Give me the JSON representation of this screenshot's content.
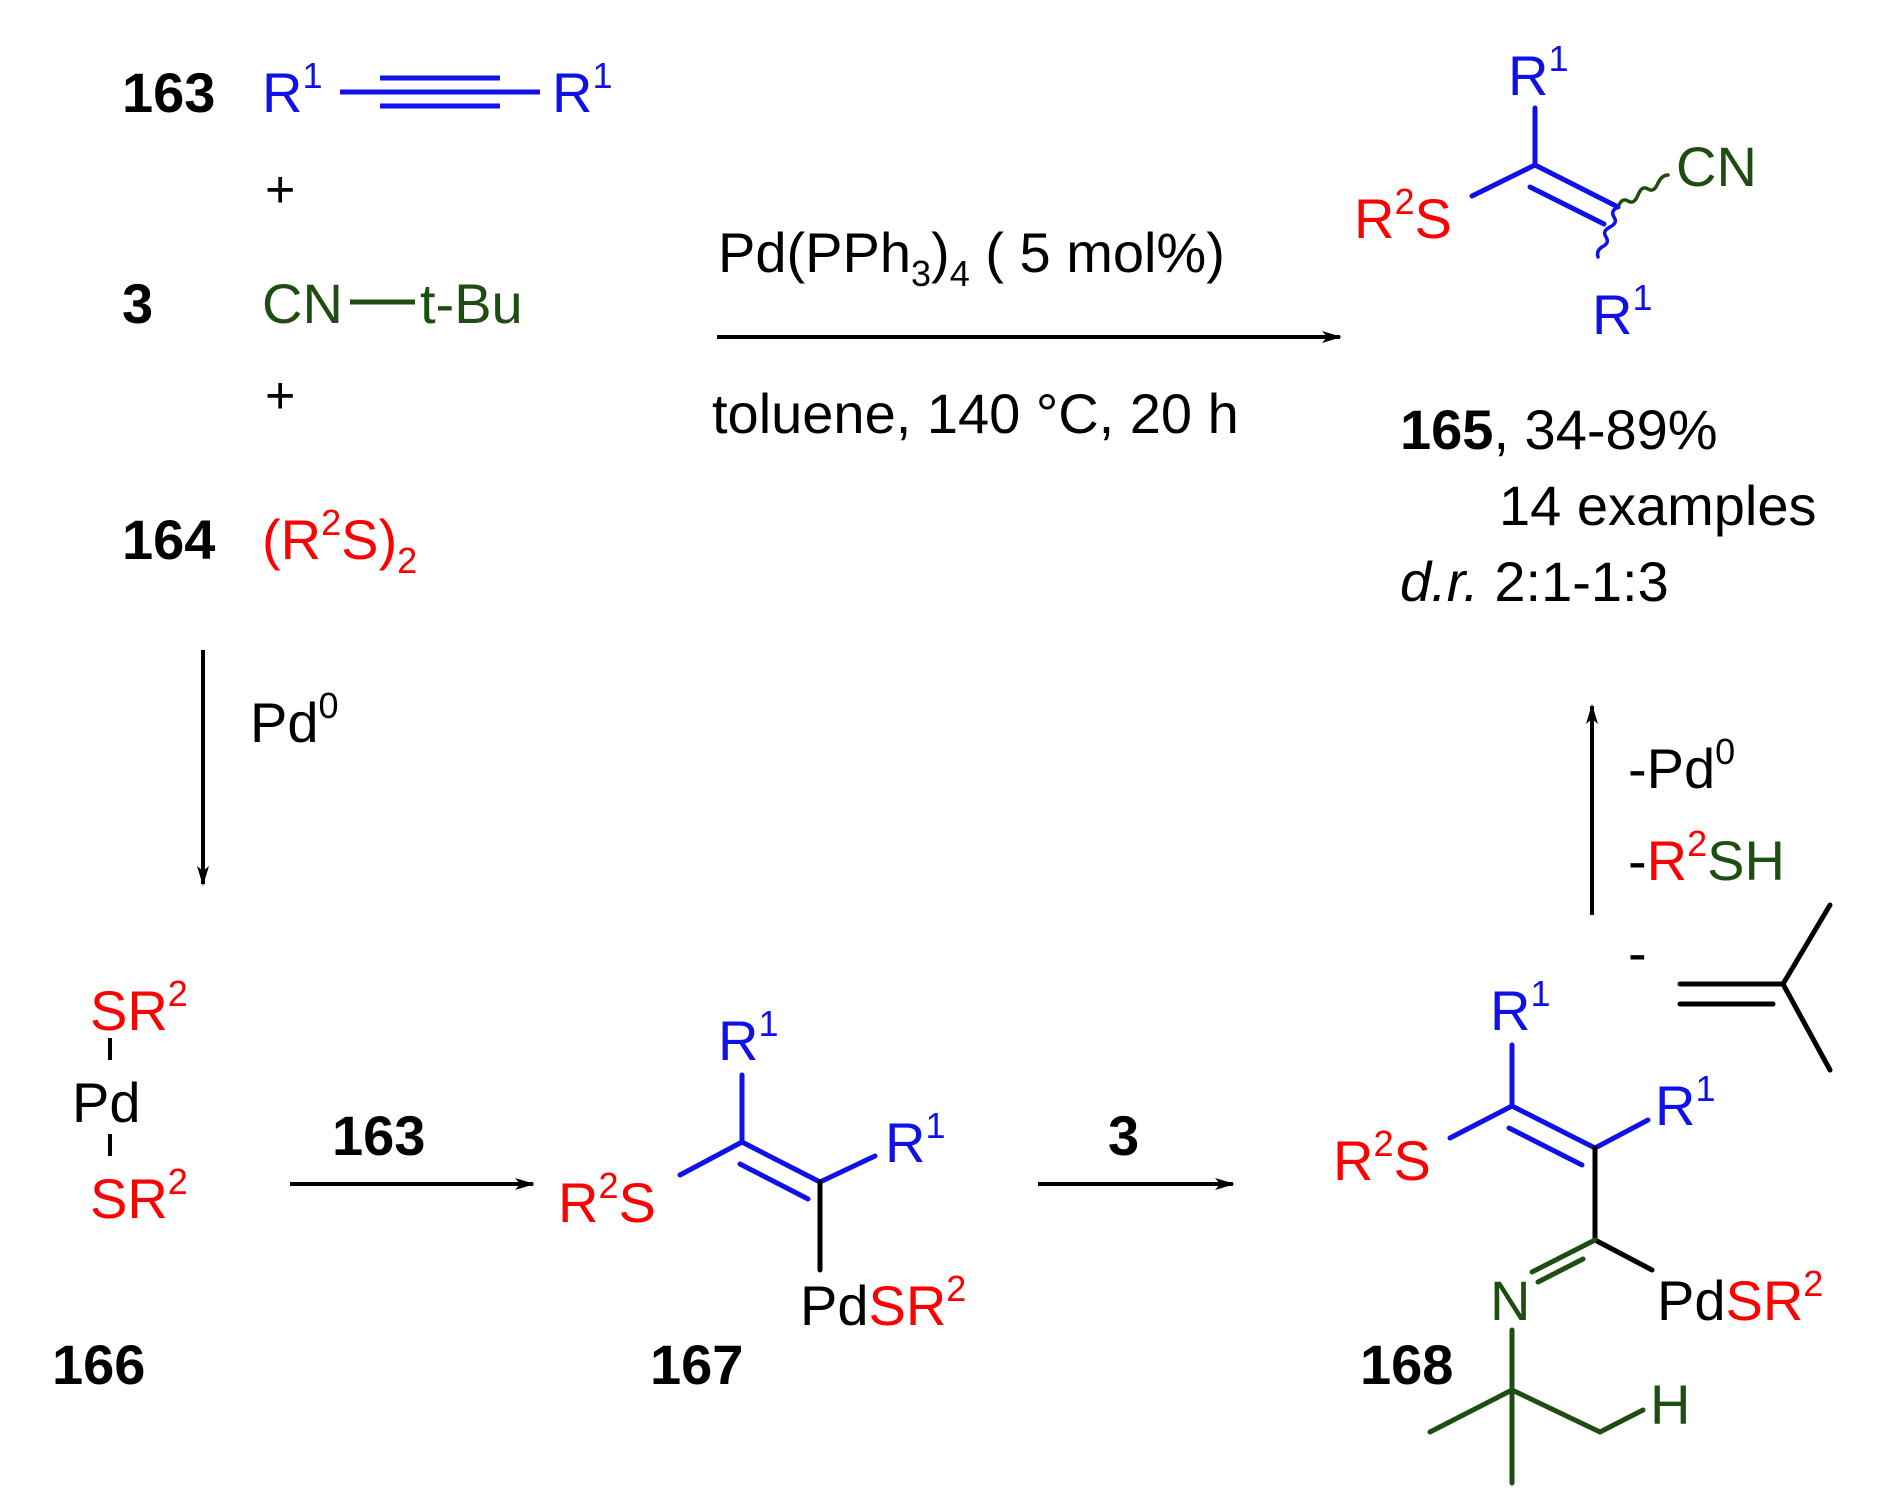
{
  "colors": {
    "black": "#000000",
    "blue": "#1010e8",
    "red": "#ff0000",
    "green": "#1e4d12"
  },
  "reagents": {
    "alkyne": {
      "number": "163",
      "r": "R",
      "sup": "1"
    },
    "plus1": "+",
    "isocyanide": {
      "number": "3",
      "cn": "CN",
      "tbu": "t-Bu"
    },
    "plus2": "+",
    "disulfide": {
      "number": "164",
      "open": "(R",
      "sup": "2",
      "mid": "S)",
      "sub": "2"
    }
  },
  "conditions": {
    "catalyst": {
      "pd": "Pd(PPh",
      "sub3": "3",
      "close": ")",
      "sub4": "4",
      "loading": " ( 5 mol%)"
    },
    "solvent": "toluene, 140 °C, 20 h"
  },
  "product": {
    "r": "R",
    "sup1": "1",
    "r2": "R",
    "sup2": "2",
    "s": "S",
    "cn": "CN",
    "number": "165",
    "yield": ", 34-89%",
    "examples": "14 examples",
    "dr_label": "d.r.",
    "dr_value": " 2:1-1:3"
  },
  "cycle": {
    "pd0_label": "Pd",
    "pd0_sup": "0",
    "step1_reagent": "163",
    "step2_reagent": "3",
    "elim_pd": "-Pd",
    "elim_pd_sup": "0",
    "elim_thiol_minus": "-",
    "elim_thiol_r": "R",
    "elim_thiol_sup": "2",
    "elim_thiol_sh": "SH",
    "elim_alkene_minus": "-"
  },
  "intermediates": {
    "i166": {
      "number": "166",
      "sr": "SR",
      "sup": "2",
      "pd": "Pd"
    },
    "i167": {
      "number": "167",
      "r": "R",
      "sup1": "1",
      "r2": "R",
      "sup2": "2",
      "s": "S",
      "pd": "Pd",
      "sr": "SR"
    },
    "i168": {
      "number": "168",
      "r": "R",
      "sup1": "1",
      "r2": "R",
      "sup2": "2",
      "s": "S",
      "pd": "Pd",
      "sr": "SR",
      "n": "N",
      "h": "H"
    }
  }
}
